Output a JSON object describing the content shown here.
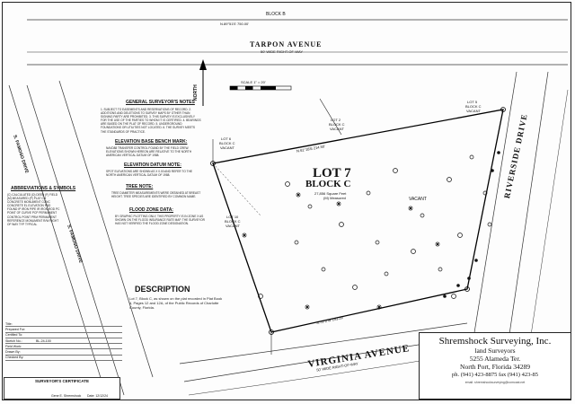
{
  "plan": {
    "block_top": "BLOCK B",
    "tarpon_avenue": "TARPON AVENUE",
    "tarpon_sub": "50' WIDE RIGHT-OF-WAY",
    "virginia_avenue": "VIRGINIA AVENUE",
    "virginia_sub": "50' WIDE RIGHT-OF-WAY",
    "riverside_drive": "RIVERSIDE DRIVE",
    "north_label": "NORTH",
    "scale_label": "SCALE 1\" = 20'",
    "lot_main": "LOT 7",
    "block_main": "BLOCK C",
    "area_main": "27,856 Square Feet",
    "area_sub": "(M) Measured",
    "vacant": "VACANT",
    "lot_left": "LOT 6",
    "block_left": "BLOCK C",
    "vacant_left": "VACANT",
    "lot_upper": "LOT 2",
    "block_upper": "BLOCK C",
    "vacant_upper": "VACANT",
    "lot_right": "LOT 5",
    "block_right": "BLOCK C",
    "vacant_right": "VACANT",
    "lot_lower": "LOT 10",
    "block_lower": "BLOCK C",
    "vacant_lower": "VACANT",
    "brg_top": "N.89°51'E 750.00'",
    "brg_bottom": "S.73°2'W  193.29'",
    "brg_diag": "N.61°18'E  214.50'",
    "brg_left_street": "S. FAMOSO DRIVE",
    "brg_left_street2": "S. FAMOSO DRIVE"
  },
  "notes": {
    "general_title": "GENERAL SURVEYOR'S NOTES",
    "general_body": "1. SUBJECT TO EASEMENTS AND RESERVATIONS OF RECORD. 2. ADDITIONS AND DELETIONS TO SURVEY MAPS BY OTHER THAN SIGNING PARTY ARE PROHIBITED. 3. THIS SURVEY IS EXCLUSIVELY FOR THE USE OF THE PARTIES TO WHOM IT IS CERTIFIED. 4. BEARINGS ARE BASED ON THE PLAT OF RECORD. 5. UNDERGROUND FOUNDATIONS OR UTILITIES NOT LOCATED. 6. THE SURVEY MEETS THE STANDARDS OF PRACTICE.",
    "elevation_title": "ELEVATION BASE BENCH MARK:",
    "elevation_body": "NAVD88 TRANSFER CONTROL FOUND BY THE FIELD CREW. ELEVATIONS SHOWN HEREON ARE RELATIVE TO THE NORTH AMERICAN VERTICAL DATUM OF 1988.",
    "datum_title": "ELEVATION DATUM NOTE:",
    "datum_body": "SPOT ELEVATIONS ARE SHOWN AS  X 0.00  AND REFER TO THE NORTH AMERICAN VERTICAL DATUM OF 1988.",
    "tree_title": "TREE NOTE:",
    "tree_body": "TREE DIAMETER MEASUREMENTS WERE OBTAINED AT BREAST HEIGHT. TREE SPECIES ARE IDENTIFIED BY COMMON NAME.",
    "flood_title": "FLOOD ZONE DATA:",
    "flood_body": "BY GRAPHIC PLOTTING ONLY, THIS PROPERTY IS IN ZONE X AS SHOWN ON THE FLOOD INSURANCE RATE MAP. THE SURVEYOR HAS NOT VERIFIED THE FLOOD ZONE DESIGNATION.",
    "abbrev_title": "ABBREVIATIONS & SYMBOLS",
    "abbrev_body": "(C) CALCULATED (D) DEED (F) FIELD (M) MEASURED (P) PLAT CM CONCRETE MONUMENT CONC CONCRETE EL ELEVATION FND FOUND IP IRON PIPE IR IRON ROD PC POINT OF CURVE PCP PERMANENT CONTROL POINT PRM PERMANENT REFERENCE MONUMENT R/W RIGHT OF WAY TYP TYPICAL",
    "description_title": "DESCRIPTION",
    "description_body": "Lot 7, Block C, as shown on the plat recorded in Plat Book 4, Pages 12 and 12A, of the Public Records of Charlotte County, Florida."
  },
  "table": {
    "rows": [
      {
        "label": "Title:",
        "value": ""
      },
      {
        "label": "Prepared For:",
        "value": ""
      },
      {
        "label": "Certified To:",
        "value": ""
      },
      {
        "label": "Sketch No.:",
        "value": "BL-24-100"
      },
      {
        "label": "Field Work:",
        "value": ""
      },
      {
        "label": "Drawn By:",
        "value": ""
      },
      {
        "label": "Checked By:",
        "value": ""
      }
    ]
  },
  "certificate": {
    "title": "SURVEYOR'S CERTIFICATE",
    "signer": "Gene E. Shremshock",
    "date": "Date: 12/12/24"
  },
  "company": {
    "name": "Shremshock Surveying, Inc.",
    "subtitle": "land Surveyors",
    "address": "5255 Alameda Ter.",
    "city": "North Port, Florida 34289",
    "phone": "ph. (941) 423-8875  fax (941) 423-85",
    "email": "email: shremshocksurveying@comcast.net"
  }
}
